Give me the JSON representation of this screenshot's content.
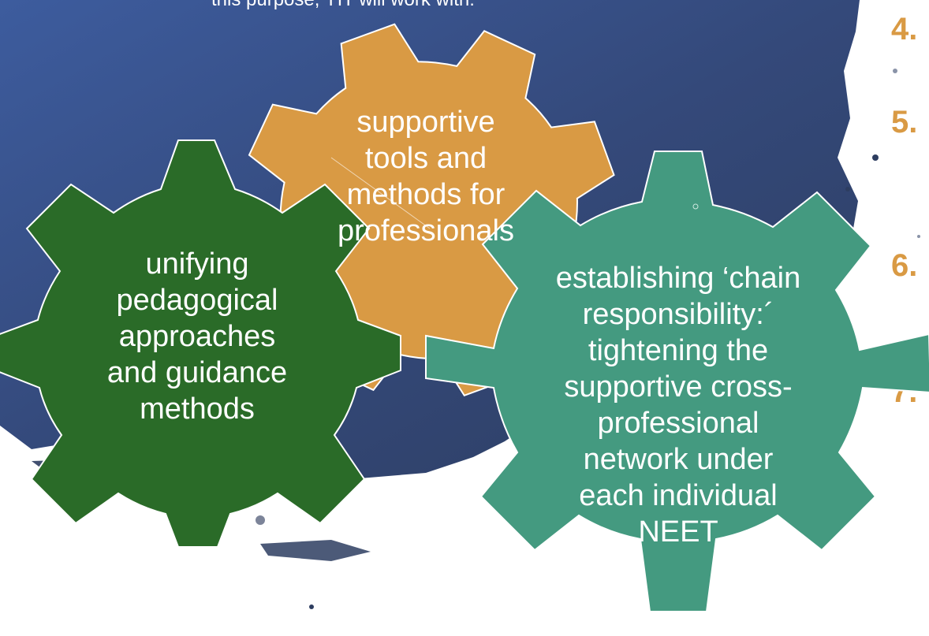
{
  "intro_text": "this purpose, YIT will work with:",
  "gears": {
    "orange": {
      "line1": "supportive",
      "line2_bold": "tools and",
      "line3_bold": "methods",
      "line3_rest": " for",
      "line4": "professionals",
      "color": "#D99A44"
    },
    "green": {
      "line1_bold": "unifying",
      "line2_bold": "pedagogical",
      "line3_bold": "approaches",
      "line4": "and guidance",
      "line5": "methods",
      "color": "#2A6B28"
    },
    "teal": {
      "line1": "establishing ",
      "line1_bold": "‘chain",
      "line2_bold": "responsibility:´",
      "line3": "tightening the",
      "line4": "supportive cross-",
      "line5": "professional",
      "line6": "network under",
      "line7": "each individual",
      "line8": "NEET",
      "color": "#449A80"
    }
  },
  "numbers": [
    "4.",
    "5.",
    "6.",
    "7."
  ],
  "colors": {
    "background_blob": "#334A7C",
    "number_accent": "#D99A44"
  }
}
